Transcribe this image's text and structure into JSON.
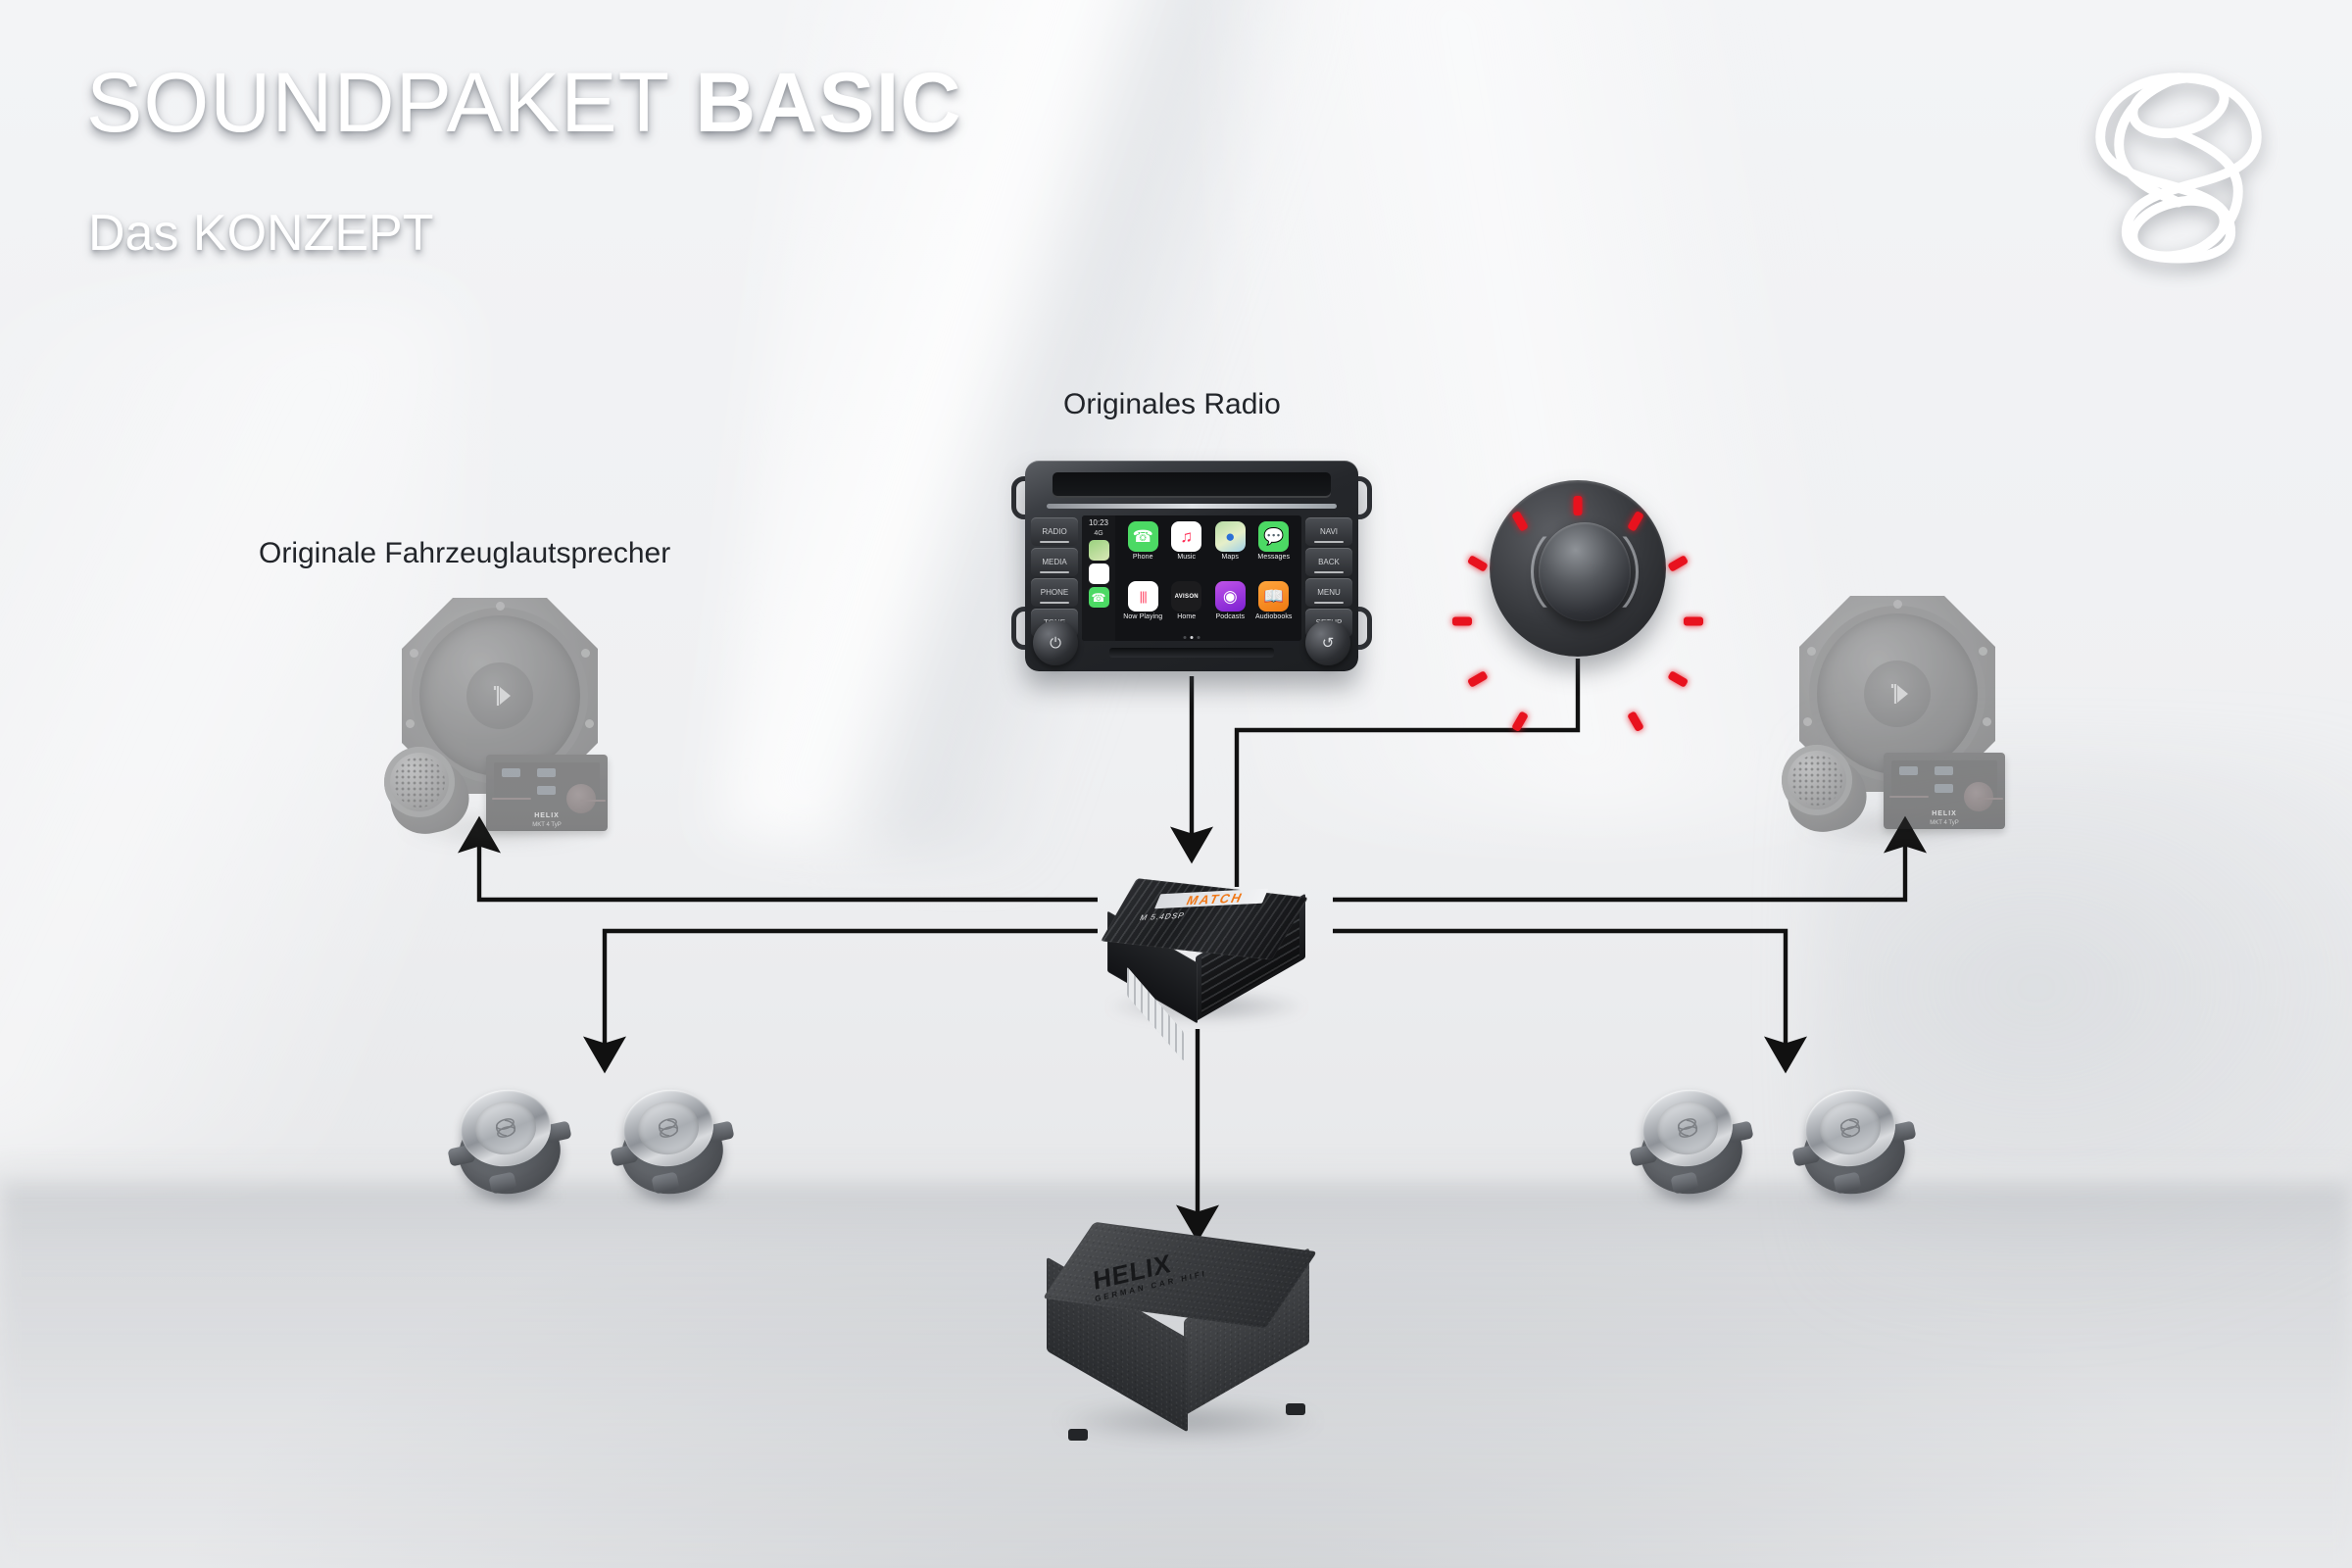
{
  "header": {
    "title_thin": "SOUNDPAKET",
    "title_bold": "BASIC",
    "subtitle": "Das KONZEPT",
    "logo_name": "interlaced-s-monogram"
  },
  "captions": {
    "radio": "Originales Radio",
    "speakers": "Originale Fahrzeuglautsprecher"
  },
  "head_unit": {
    "name": "original-radio-head-unit",
    "screen": {
      "time": "10:23",
      "signal": "4G",
      "apps": [
        {
          "label": "Phone",
          "icon": "phone-icon",
          "color": "#4cd964"
        },
        {
          "label": "Music",
          "icon": "music-note-icon",
          "color": "#ffffff"
        },
        {
          "label": "Maps",
          "icon": "map-icon",
          "color": "#a8d8a0"
        },
        {
          "label": "Messages",
          "icon": "message-icon",
          "color": "#4cd964"
        },
        {
          "label": "Now Playing",
          "icon": "waveform-icon",
          "color": "#ffffff"
        },
        {
          "label": "Home",
          "icon": "avison-icon",
          "color": "#1c1c1e"
        },
        {
          "label": "Podcasts",
          "icon": "podcast-icon",
          "color": "#9b30d9"
        },
        {
          "label": "Audiobooks",
          "icon": "book-icon",
          "color": "#f08a1e"
        }
      ],
      "page_dots": 3,
      "active_dot": 2
    },
    "left_buttons": [
      "RADIO",
      "MEDIA",
      "PHONE",
      "TONE"
    ],
    "right_buttons": [
      "NAVI",
      "BACK",
      "MENU",
      "SETUP"
    ],
    "knob_left_icon": "power-icon",
    "knob_right_icon": "back-arrow-icon"
  },
  "rotary_remote": {
    "name": "dsp-rotary-remote-control",
    "led_color": "#e8121e",
    "led_count": 11
  },
  "amplifier": {
    "name": "match-dsp-amplifier",
    "brand": "MATCH",
    "model": "M 5.4DSP",
    "brand_color": "#f07818"
  },
  "subwoofer": {
    "name": "helix-underseat-subwoofer",
    "brand": "HELIX",
    "tagline": "GERMAN CAR HIFI"
  },
  "factory_speakers": {
    "name": "original-vehicle-component-speaker",
    "crossover_brand": "HELIX",
    "crossover_model": "MKT 4 TyP"
  },
  "mini_speakers": {
    "name": "dashboard-mid-speaker",
    "count": 4
  },
  "colors": {
    "background": "#eff0f2",
    "line": "#111111",
    "text": "#22252a",
    "accent_orange": "#f07818",
    "accent_red": "#e8121e"
  },
  "connections": [
    {
      "from": "head-unit",
      "to": "amplifier",
      "arrow": true
    },
    {
      "from": "rotary-remote",
      "to": "amplifier",
      "arrow": false
    },
    {
      "from": "amplifier",
      "to": "left-front-speaker",
      "arrow": true
    },
    {
      "from": "amplifier",
      "to": "right-front-speaker",
      "arrow": true
    },
    {
      "from": "amplifier",
      "to": "left-mid-speakers",
      "arrow": true
    },
    {
      "from": "amplifier",
      "to": "right-mid-speakers",
      "arrow": true
    },
    {
      "from": "amplifier",
      "to": "subwoofer",
      "arrow": true
    }
  ]
}
